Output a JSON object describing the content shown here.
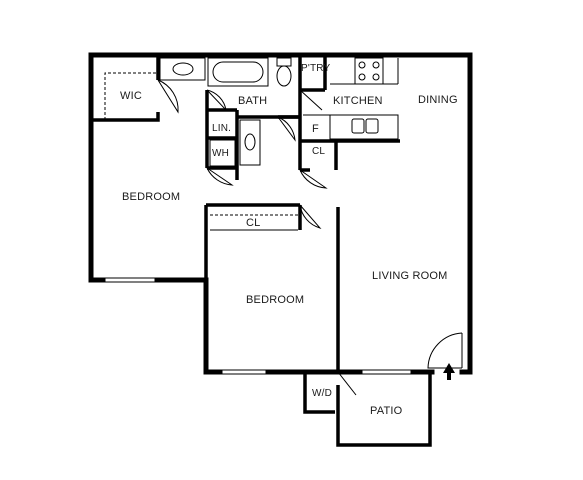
{
  "rooms": {
    "wic": "WIC",
    "bath": "BATH",
    "pantry": "P'TRY",
    "kitchen": "KITCHEN",
    "dining": "DINING",
    "linen": "LIN.",
    "water_heater": "WH",
    "fridge": "F",
    "closet_kitchen": "CL",
    "bedroom_1": "BEDROOM",
    "closet_bedroom": "CL",
    "bedroom_2": "BEDROOM",
    "living_room": "LIVING ROOM",
    "washer_dryer": "W/D",
    "patio": "PATIO"
  },
  "icons": {
    "entry": "entry-arrow-icon"
  }
}
